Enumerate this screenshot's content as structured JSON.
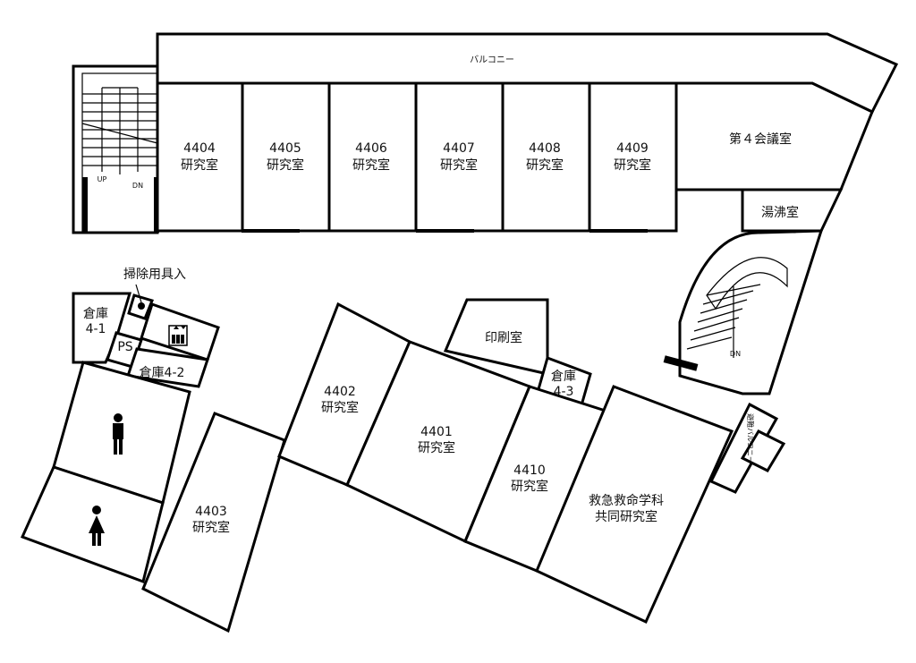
{
  "balcony": "バルコニー",
  "rooms": {
    "r4404": [
      "4404",
      "研究室"
    ],
    "r4405": [
      "4405",
      "研究室"
    ],
    "r4406": [
      "4406",
      "研究室"
    ],
    "r4407": [
      "4407",
      "研究室"
    ],
    "r4408": [
      "4408",
      "研究室"
    ],
    "r4409": [
      "4409",
      "研究室"
    ],
    "meeting": "第４会議室",
    "kettle": "湯沸室",
    "cleaning": "掃除用具入",
    "storage41": [
      "倉庫",
      "4-1"
    ],
    "ps": "PS",
    "storage42": "倉庫4-2",
    "print": "印刷室",
    "storage43": [
      "倉庫",
      "4-3"
    ],
    "r4402": [
      "4402",
      "研究室"
    ],
    "r4401": [
      "4401",
      "研究室"
    ],
    "r4410": [
      "4410",
      "研究室"
    ],
    "r4403": [
      "4403",
      "研究室"
    ],
    "emergency": [
      "救急救命学科",
      "共同研究室"
    ],
    "evac": "避難バルコニー"
  },
  "stairs": {
    "up": "UP",
    "dn": "DN",
    "dn2": "DN"
  },
  "icons": [
    "male-restroom-icon",
    "female-restroom-icon",
    "elevator-icon"
  ]
}
